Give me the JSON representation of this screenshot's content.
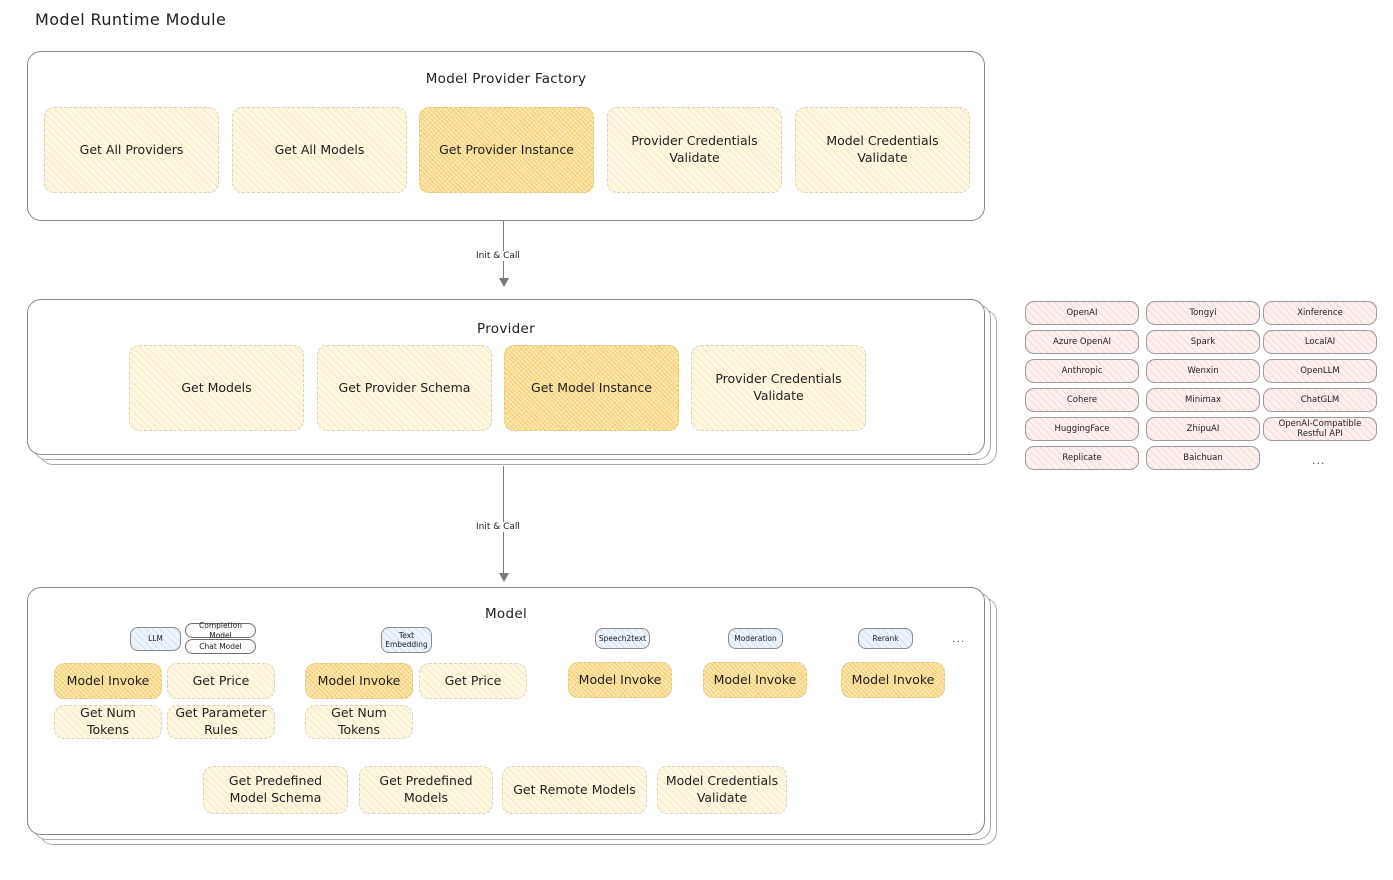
{
  "title": "Model Runtime Module",
  "colors": {
    "node_fill": "#fdf8e6",
    "node_highlight_fill": "#fbe9b8",
    "provider_pill_fill": "#fdf1f0",
    "badge_fill": "#eef4fb",
    "box_border": "#868686",
    "arrow": "#7a7a7a"
  },
  "factory": {
    "title": "Model Provider Factory",
    "nodes": [
      {
        "label": "Get All Providers",
        "highlighted": false
      },
      {
        "label": "Get All Models",
        "highlighted": false
      },
      {
        "label": "Get Provider Instance",
        "highlighted": true
      },
      {
        "label": "Provider Credentials Validate",
        "highlighted": false
      },
      {
        "label": "Model Credentials Validate",
        "highlighted": false
      }
    ]
  },
  "arrows": [
    {
      "label": "Init & Call",
      "from": "Model Provider Factory",
      "to": "Provider"
    },
    {
      "label": "Init & Call",
      "from": "Provider",
      "to": "Model"
    }
  ],
  "provider": {
    "title": "Provider",
    "nodes": [
      {
        "label": "Get Models",
        "highlighted": false
      },
      {
        "label": "Get Provider Schema",
        "highlighted": false
      },
      {
        "label": "Get Model Instance",
        "highlighted": true
      },
      {
        "label": "Provider Credentials Validate",
        "highlighted": false
      }
    ]
  },
  "provider_list": {
    "columns": [
      [
        "OpenAI",
        "Azure OpenAI",
        "Anthropic",
        "Cohere",
        "HuggingFace",
        "Replicate"
      ],
      [
        "Tongyi",
        "Spark",
        "Wenxin",
        "Minimax",
        "ZhipuAI",
        "Baichuan"
      ],
      [
        "Xinference",
        "LocalAI",
        "OpenLLM",
        "ChatGLM",
        "OpenAI-Compatible Restful API"
      ]
    ],
    "more": "..."
  },
  "model": {
    "title": "Model",
    "more": "...",
    "types": [
      {
        "name": "LLM",
        "sub_badges": [
          "Completion Model",
          "Chat Model"
        ],
        "methods": [
          {
            "label": "Model Invoke",
            "highlighted": true
          },
          {
            "label": "Get Price",
            "highlighted": false
          },
          {
            "label": "Get Num Tokens",
            "highlighted": false
          },
          {
            "label": "Get Parameter Rules",
            "highlighted": false
          }
        ]
      },
      {
        "name": "Text Embedding",
        "sub_badges": [],
        "methods": [
          {
            "label": "Model Invoke",
            "highlighted": true
          },
          {
            "label": "Get Price",
            "highlighted": false
          },
          {
            "label": "Get Num Tokens",
            "highlighted": false
          }
        ]
      },
      {
        "name": "Speech2text",
        "sub_badges": [],
        "methods": [
          {
            "label": "Model Invoke",
            "highlighted": true
          }
        ]
      },
      {
        "name": "Moderation",
        "sub_badges": [],
        "methods": [
          {
            "label": "Model Invoke",
            "highlighted": true
          }
        ]
      },
      {
        "name": "Rerank",
        "sub_badges": [],
        "methods": [
          {
            "label": "Model Invoke",
            "highlighted": true
          }
        ]
      }
    ],
    "common_methods": [
      "Get Predefined Model Schema",
      "Get Predefined Models",
      "Get Remote Models",
      "Model Credentials Validate"
    ]
  }
}
